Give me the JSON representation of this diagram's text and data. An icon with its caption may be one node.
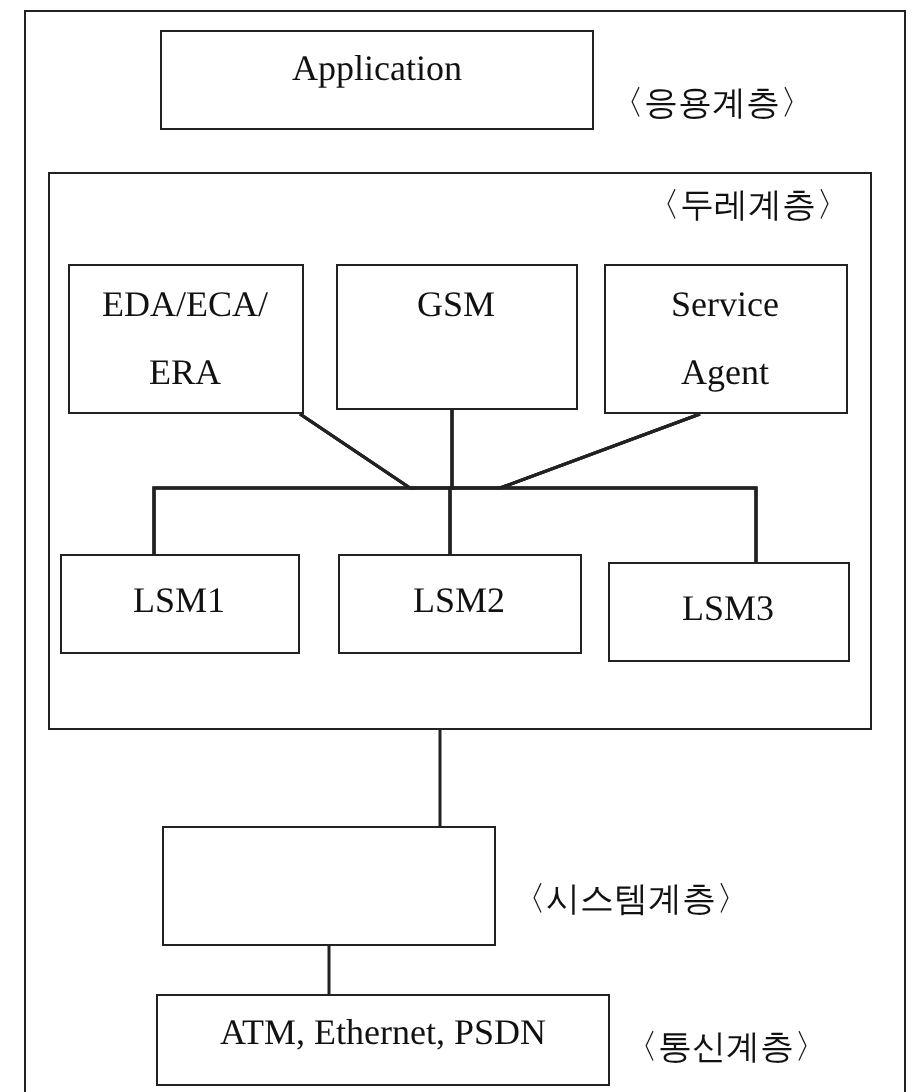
{
  "diagram": {
    "nodes": [
      {
        "text": [
          "Application"
        ],
        "beside": [
          "〈응용계층〉"
        ]
      },
      {
        "text": [
          "〈두레계층〉"
        ]
      },
      {
        "text": [
          "EDA/ECA/ ERA"
        ],
        "in": 1
      },
      {
        "text": [
          "GSM"
        ],
        "in": 1
      },
      {
        "text": [
          "Service Agent"
        ],
        "in": 1
      },
      {
        "text": [
          "LSM1"
        ],
        "in": 1
      },
      {
        "text": [
          "LSM2"
        ],
        "in": 1
      },
      {
        "text": [
          "LSM3"
        ],
        "in": 1
      },
      {
        "text": [],
        "shape": "box",
        "beside": [
          "〈시스템계층〉"
        ]
      },
      {
        "text": [
          "ATM, Ethernet, PSDN"
        ],
        "beside": [
          "〈통신계층〉"
        ]
      }
    ],
    "edges": [
      {
        "from": 2,
        "to": 5,
        "arrow": "none"
      },
      {
        "from": 2,
        "to": 6,
        "arrow": "none"
      },
      {
        "from": 2,
        "to": 7,
        "arrow": "none"
      },
      {
        "from": 3,
        "to": 5,
        "arrow": "none"
      },
      {
        "from": 3,
        "to": 6,
        "arrow": "none"
      },
      {
        "from": 3,
        "to": 7,
        "arrow": "none"
      },
      {
        "from": 4,
        "to": 5,
        "arrow": "none"
      },
      {
        "from": 4,
        "to": 6,
        "arrow": "none"
      },
      {
        "from": 4,
        "to": 7,
        "arrow": "none"
      },
      {
        "from": 1,
        "to": 8,
        "arrow": "none"
      },
      {
        "from": 8,
        "to": 9,
        "arrow": "none"
      }
    ]
  }
}
